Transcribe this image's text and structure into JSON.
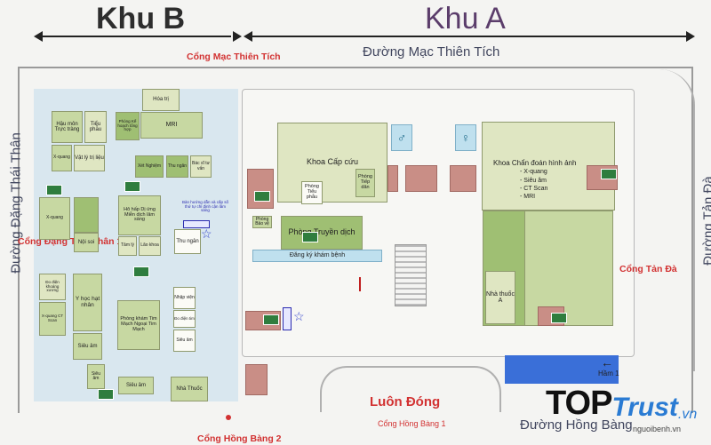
{
  "zones": {
    "b": "Khu B",
    "a": "Khu A"
  },
  "streets": {
    "top": "Đường Mạc Thiên Tích",
    "left": "Đường Đặng Thái Thân",
    "right": "Đường Tản Đà",
    "bottom": "Đường Hồng Bàng"
  },
  "gates": {
    "mac_thien_tich": "Cổng Mạc Thiên Tích",
    "dang_thai_than_1": "Cổng Đặng Thái Thân 1",
    "tan_da": "Cổng Tản Đà",
    "hong_bang_1": "Cổng Hồng Bàng 1",
    "hong_bang_2": "Cổng Hồng Bàng 2",
    "luon_dong": "Luôn Đóng"
  },
  "rooms_b": {
    "hoa_tri": "Hóa trị",
    "hau_mon": "Hậu môn Trực tràng",
    "tieu_phau_b": "Tiểu phẫu",
    "phong_ke_hoach": "Phòng Kế hoạch tổng hợp",
    "mri_b": "MRI",
    "xquang_b": "X-quang",
    "vat_ly": "Vật lý trị liệu",
    "xet_nghiem": "Xét Nghiệm",
    "thu_ngan_b1": "Thu ngân",
    "bac_si": "Bác sĩ tư vấn",
    "xquang_b2": "X-quang",
    "ho_hap": "Hô hấp Dị ứng Miễn dịch lâm sàng",
    "tam_ly": "Tâm lý",
    "lao_khoa": "Lão khoa",
    "thu_ngan_b2": "Thu ngân",
    "noi_soi": "Nội soi",
    "do_dien": "Đo điện khoáng xương",
    "xquang_ct": "X-quang CT Scan",
    "yhoc": "Y học hạt nhân",
    "sieu_am_b1": "Siêu âm",
    "phong_kham_tim": "Phòng khám Tim Mạch Ngoại Tim Mạch",
    "nhap_vien": "Nhập viện",
    "do_dien_tim": "Đo điện tim",
    "sieu_am_b2": "Siêu âm",
    "sieu_am_b3": "Siêu âm",
    "sieu_am_b4": "Siêu âm",
    "nha_thuoc_b": "Nhà Thuốc",
    "ban_huong_dan": "Bàn hướng dẫn và cấp số thứ tự chỉ định cận lâm sàng"
  },
  "rooms_a": {
    "khoa_cap_cuu": "Khoa Cấp cứu",
    "phong_tiep_dan": "Phòng Tiếp dân",
    "phong_tieu_phau": "Phòng Tiểu phẫu",
    "khoa_chan_doan": "Khoa Chẩn đoán hình ảnh",
    "cdha_list": [
      "- X-quang",
      "- Siêu âm",
      "- CT Scan",
      "- MRI"
    ],
    "phong_bao_ve": "Phòng Bảo vệ",
    "phong_truyen_dich": "Phòng Truyền dịch",
    "dang_ky": "Đăng ký khám bệnh",
    "nha_thuoc_a": "Nhà thuốc A",
    "ham": "Hầm 1"
  },
  "watermark": {
    "brand_top": "TOP",
    "brand_trust": "Trust",
    "brand_vn": ".vn",
    "credit": "nguoibenh.vn"
  },
  "colors": {
    "accent_red": "#d23232",
    "green": "#9fbf73",
    "pale_green": "#dfe6c2",
    "pink": "#c98e86",
    "blue_zone": "#d9e7ef",
    "ramp": "#3a6fd8"
  }
}
